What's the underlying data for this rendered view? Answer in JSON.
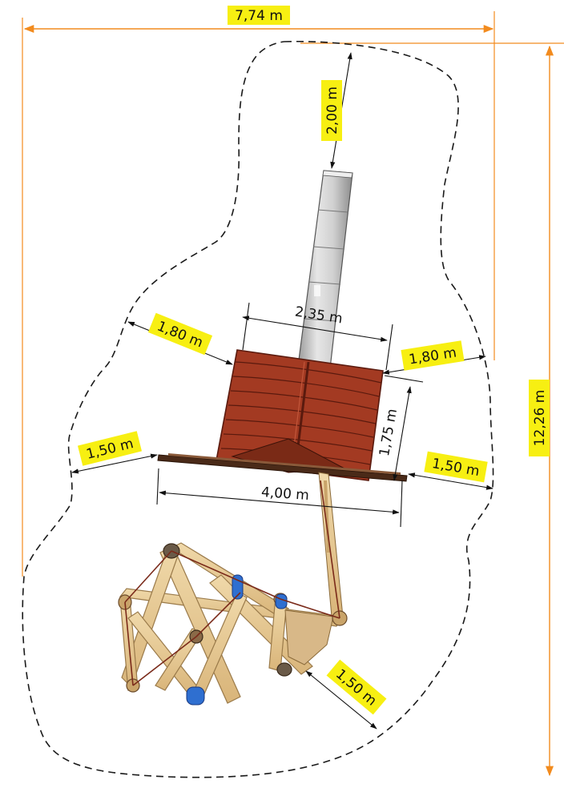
{
  "colors": {
    "overall_dimension": "#f28b1e",
    "label_highlight": "#f7ef12",
    "safety_outline": "#1a1a1a",
    "deck": "#a33a22",
    "timber": "#e8cc98",
    "slide": "#c8c8c8",
    "blue_post": "#2f6fd0",
    "rope": "#7a2a1a"
  },
  "dimensions": {
    "overall_width": "7,74 m",
    "overall_height": "12,26 m",
    "slide_exit": "2,00 m",
    "platform_width": "2,35 m",
    "platform_left_clearance": "1,80 m",
    "platform_right_clearance": "1,80 m",
    "platform_depth": "1,75 m",
    "beam_length": "4,00 m",
    "beam_left_clearance": "1,50 m",
    "beam_right_clearance": "1,50 m",
    "frame_clearance": "1,50 m"
  }
}
